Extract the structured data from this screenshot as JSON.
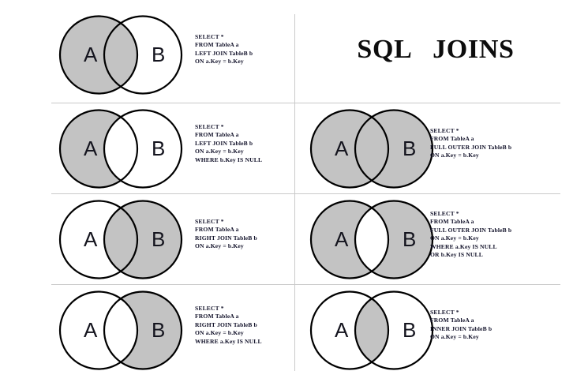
{
  "title": "SQL   JOINS",
  "labels": {
    "left_circle": "A",
    "right_circle": "B"
  },
  "colors": {
    "shade": "#c3c3c3",
    "outline": "#000000",
    "rule": "#c9c9c9",
    "text": "#12122a"
  },
  "cells": [
    {
      "name": "left-join",
      "shade": "left-plus-intersection",
      "sql": "SELECT *\nFROM TableA a\nLEFT JOIN TableB b\nON a.Key = b.Key"
    },
    {
      "name": "left-join-excluding",
      "shade": "left-only",
      "sql": "SELECT *\nFROM TableA a\nLEFT JOIN TableB b\nON a.Key = b.Key\nWHERE b.Key IS NULL"
    },
    {
      "name": "right-join",
      "shade": "right-plus-intersection",
      "sql": "SELECT *\nFROM TableA a\nRIGHT JOIN TableB b\nON a.Key = b.Key"
    },
    {
      "name": "right-join-excluding",
      "shade": "right-only",
      "sql": "SELECT *\nFROM TableA a\nRIGHT JOIN TableB b\nON a.Key = b.Key\nWHERE a.Key IS NULL"
    },
    {
      "name": "full-outer-join",
      "shade": "both",
      "sql": "SELECT *\nFROM TableA a\nFULL OUTER JOIN TableB b\nON a.Key = b.Key"
    },
    {
      "name": "full-outer-join-excluding",
      "shade": "both-except-intersection",
      "sql": "SELECT *\nFROM TableA a\nFULL OUTER JOIN TableB b\nON a.Key = b.Key\nWHERE a.Key IS NULL\nOR b.Key IS NULL"
    },
    {
      "name": "inner-join",
      "shade": "intersection-only",
      "sql": "SELECT *\nFROM TableA a\nINNER JOIN TableB b\nON a.Key = b.Key"
    }
  ]
}
